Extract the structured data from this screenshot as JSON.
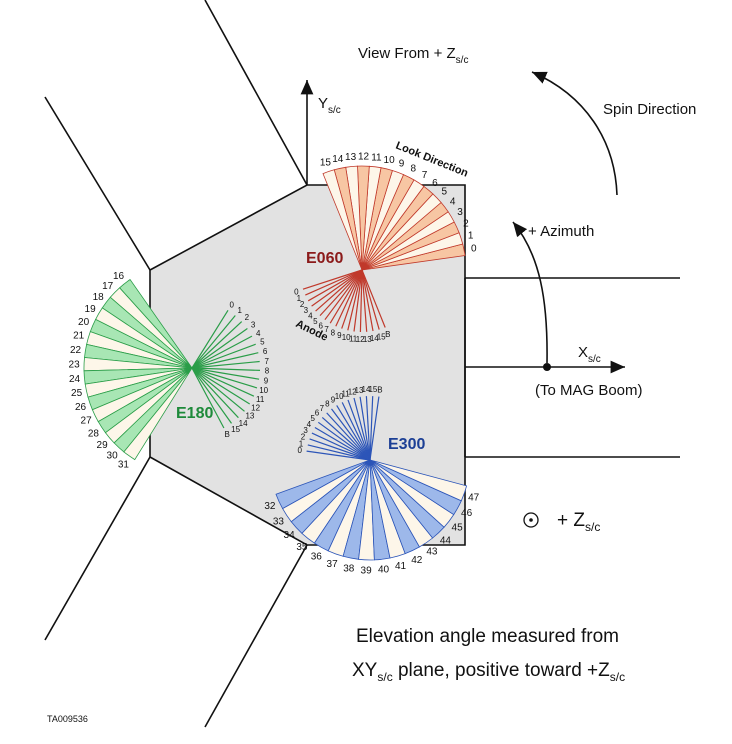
{
  "view_title": {
    "prefix": "View From + Z",
    "sub": "s/c"
  },
  "spin_direction": "Spin Direction",
  "azimuth_label": "+ Azimuth",
  "y_axis": {
    "main": "Y",
    "sub": "s/c"
  },
  "x_axis": {
    "main": "X",
    "sub": "s/c",
    "note": "(To MAG Boom)"
  },
  "z_axis": {
    "main": "+ Z",
    "sub": "s/c"
  },
  "look_direction": "Look Direction",
  "anode": "Anode",
  "sensors": {
    "e060": {
      "name": "E060",
      "color": "#8b1a1a",
      "fill": "#f7c6a3",
      "stroke": "#c0392b",
      "look_labels": [
        "15",
        "14",
        "13",
        "12",
        "11",
        "10",
        "9",
        "8",
        "7",
        "6",
        "5",
        "4",
        "3",
        "2",
        "1",
        "0"
      ],
      "anode_labels": [
        "B",
        "15",
        "14",
        "13",
        "12",
        "11",
        "10",
        "9",
        "8",
        "7",
        "6",
        "5",
        "4",
        "3",
        "2",
        "1",
        "0"
      ]
    },
    "e180": {
      "name": "E180",
      "color": "#1e8a3a",
      "fill": "#a8e6b4",
      "stroke": "#2a9d48",
      "look_labels": [
        "16",
        "17",
        "18",
        "19",
        "20",
        "21",
        "22",
        "23",
        "24",
        "25",
        "26",
        "27",
        "28",
        "29",
        "30",
        "31"
      ],
      "anode_labels": [
        "0",
        "1",
        "2",
        "3",
        "4",
        "5",
        "6",
        "7",
        "8",
        "9",
        "10",
        "11",
        "12",
        "13",
        "14",
        "15",
        "B"
      ]
    },
    "e300": {
      "name": "E300",
      "color": "#1c3f95",
      "fill": "#9db8ea",
      "stroke": "#2c55b8",
      "look_labels": [
        "32",
        "33",
        "34",
        "35",
        "36",
        "37",
        "38",
        "39",
        "40",
        "41",
        "42",
        "43",
        "44",
        "45",
        "46",
        "47"
      ],
      "anode_labels": [
        "0",
        "1",
        "2",
        "3",
        "4",
        "5",
        "6",
        "7",
        "8",
        "9",
        "10",
        "11",
        "12",
        "13",
        "14",
        "15",
        "B"
      ]
    }
  },
  "caption": {
    "line1": "Elevation angle measured from",
    "line2_a": "XY",
    "line2_sub": "s/c",
    "line2_b": " plane, positive toward +Z",
    "line2_sub2": "s/c"
  },
  "figure_id": "TA009536"
}
